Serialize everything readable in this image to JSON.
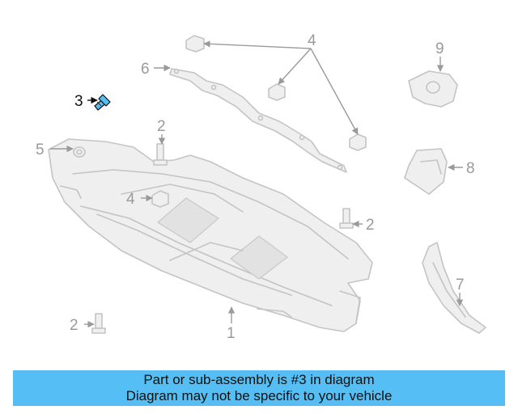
{
  "diagram": {
    "callouts": {
      "c1": "1",
      "c2a": "2",
      "c2b": "2",
      "c2c": "2",
      "c3": "3",
      "c4a": "4",
      "c4b": "4",
      "c5": "5",
      "c6": "6",
      "c7": "7",
      "c8": "8",
      "c9": "9"
    },
    "highlight_color": "#55bff5"
  },
  "banner": {
    "line1": "Part or sub-assembly is #3 in diagram",
    "line2": "Diagram may not be specific to your vehicle"
  }
}
